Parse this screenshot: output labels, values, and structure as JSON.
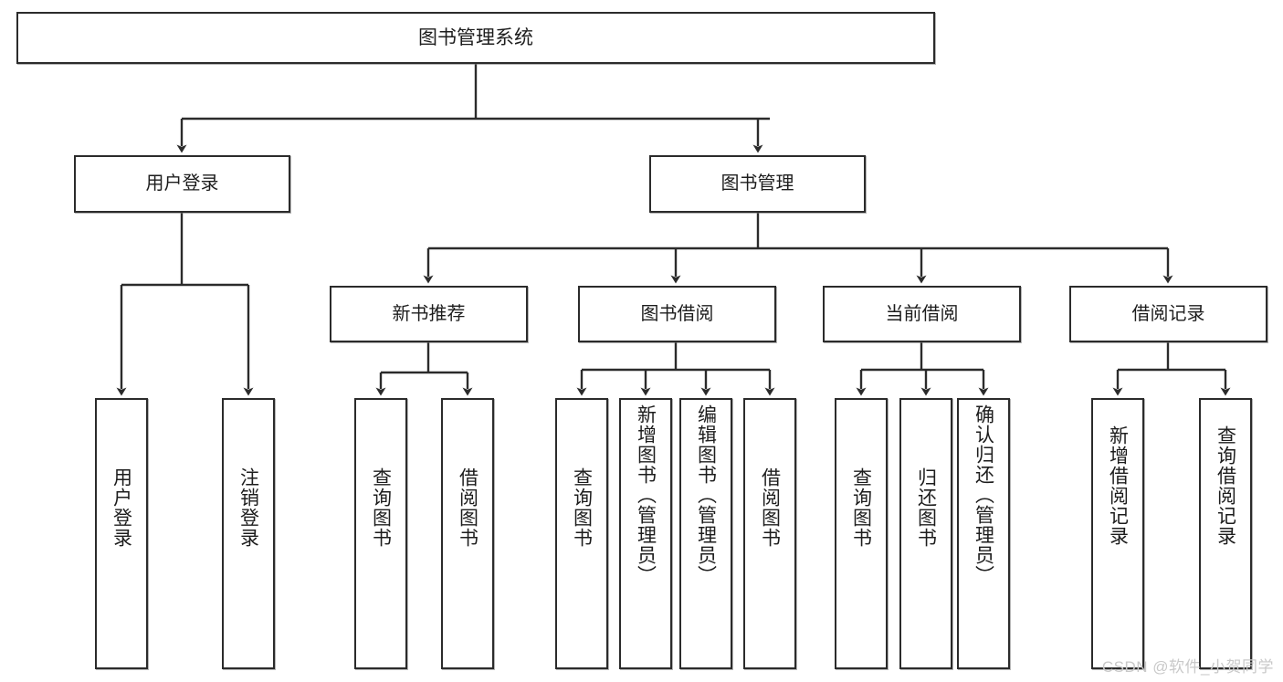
{
  "diagram": {
    "type": "tree",
    "title": "图书管理系统",
    "colors": {
      "stroke": "#2b2b2b",
      "fill": "#ffffff",
      "text": "#1d1d1d",
      "watermark": "#c9c9c9"
    },
    "root": {
      "label": "图书管理系统"
    },
    "level2": [
      {
        "label": "用户登录"
      },
      {
        "label": "图书管理"
      }
    ],
    "level3": [
      {
        "label": "新书推荐"
      },
      {
        "label": "图书借阅"
      },
      {
        "label": "当前借阅"
      },
      {
        "label": "借阅记录"
      }
    ],
    "leaves": {
      "user_login": [
        {
          "label": "用户登录"
        },
        {
          "label": "注销登录"
        }
      ],
      "new_book": [
        {
          "label": "查询图书"
        },
        {
          "label": "借阅图书"
        }
      ],
      "book_borrow": [
        {
          "label": "查询图书"
        },
        {
          "label": "新增图书（管理员）"
        },
        {
          "label": "编辑图书（管理员）"
        },
        {
          "label": "借阅图书"
        }
      ],
      "current_borrow": [
        {
          "label": "查询图书"
        },
        {
          "label": "归还图书"
        },
        {
          "label": "确认归还（管理员）"
        }
      ],
      "borrow_record": [
        {
          "label": "新增借阅记录"
        },
        {
          "label": "查询借阅记录"
        }
      ]
    }
  },
  "watermark": {
    "text": "CSDN @软件_小贺同学"
  }
}
